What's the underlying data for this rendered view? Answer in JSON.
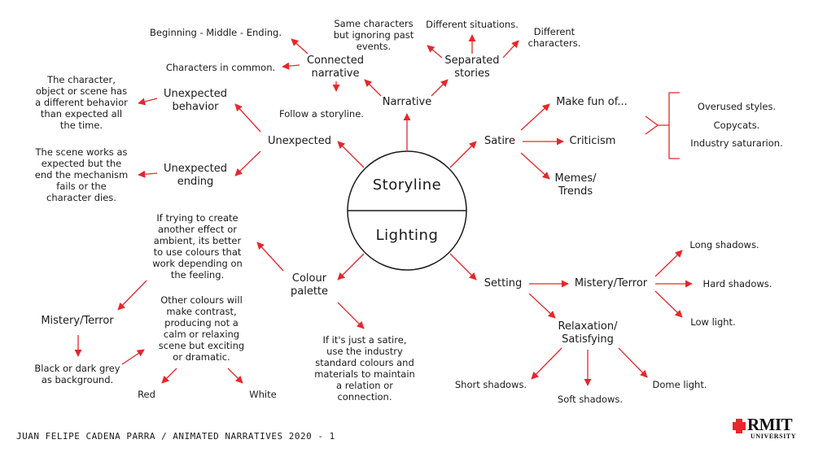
{
  "center": {
    "top": "Storyline",
    "bottom": "Lighting"
  },
  "storyline": {
    "unexpected": "Unexpected",
    "unexpected_behavior": "Unexpected\nbehavior",
    "behavior_note": "The character,\nobject or scene has\na different behavior\nthan expected all\nthe time.",
    "unexpected_ending": "Unexpected\nending",
    "ending_note": "The scene works as\nexpected but the\nend the mechanism\nfails or the\ncharacter dies.",
    "narrative": "Narrative",
    "connected_narrative": "Connected\nnarrative",
    "beginning_middle_ending": "Beginning - Middle - Ending.",
    "characters_in_common": "Characters in common.",
    "follow_storyline": "Follow a storyline.",
    "separated_stories": "Separated\nstories",
    "same_characters": "Same characters\nbut ignoring past\nevents.",
    "different_situations": "Different situations.",
    "different_characters": "Different\ncharacters.",
    "satire": "Satire",
    "make_fun_of": "Make fun of...",
    "criticism": "Criticism",
    "memes_trends": "Memes/\nTrends",
    "overused_styles": "Overused styles.",
    "copycats": "Copycats.",
    "industry_saturation": "Industry saturarion."
  },
  "lighting": {
    "colour_palette": "Colour\npalette",
    "colour_note_top": "If trying to create\nanother effect or\nambient, its better\nto use colours that\nwork depending on\nthe feeling.",
    "mistery_terror_left": "Mistery/Terror",
    "black_background": "Black or dark grey\nas background.",
    "contrast_note": "Other colours will\nmake contrast,\nproducing not a\ncalm or relaxing\nscene but exciting\nor dramatic.",
    "red": "Red",
    "white": "White",
    "satire_note": "If it's just a satire,\nuse the industry\nstandard colours and\nmaterials to maintain\na relation or\nconnection.",
    "setting": "Setting",
    "mistery_terror_right": "Mistery/Terror",
    "long_shadows": "Long shadows.",
    "hard_shadows": "Hard shadows.",
    "low_light": "Low light.",
    "relaxation": "Relaxation/\nSatisfying",
    "short_shadows": "Short shadows.",
    "soft_shadows": "Soft shadows.",
    "dome_light": "Dome light."
  },
  "footer": {
    "credit": "JUAN FELIPE CADENA PARRA / ANIMATED NARRATIVES 2020 - 1"
  },
  "logo": {
    "word": "RMIT",
    "sub": "UNIVERSITY"
  },
  "colors": {
    "arrow": "#e8262b",
    "text": "#1a1a1a",
    "logo_mark": "#e8262b"
  }
}
